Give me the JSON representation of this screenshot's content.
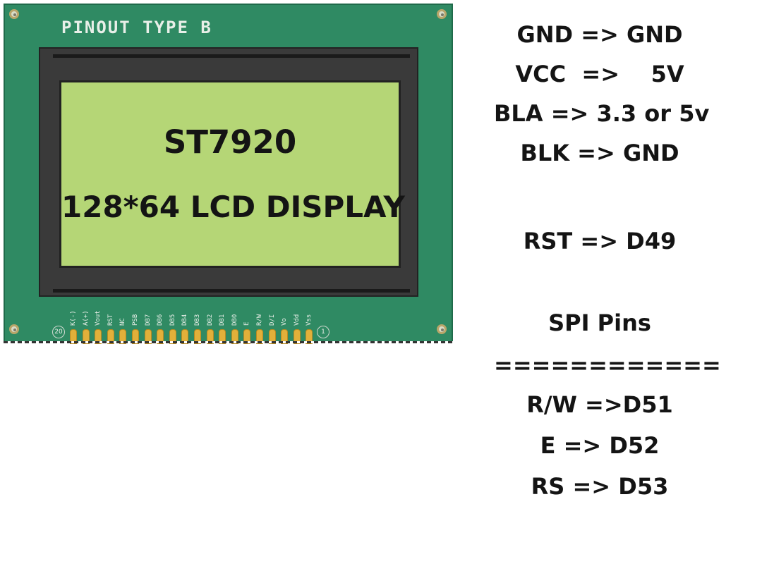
{
  "board": {
    "label": "PINOUT TYPE B",
    "screen_title": "ST7920",
    "screen_subtitle": "128*64 LCD DISPLAY",
    "pin_labels": [
      "K(-)",
      "A(+)",
      "Vout",
      "RST",
      "NC",
      "PSB",
      "DB7",
      "DB6",
      "DB5",
      "DB4",
      "DB3",
      "DB2",
      "DB1",
      "DB0",
      "E",
      "R/W",
      "D/I",
      "Vo",
      "Vdd",
      "Vss"
    ],
    "pin_start_number": "20",
    "pin_end_number": "1",
    "colors": {
      "pcb": "#2f8a63",
      "screen": "#b5d676",
      "pins": "#e2b03a"
    }
  },
  "notes": {
    "gnd": "GND => GND",
    "vcc": "VCC  =>    5V",
    "bla": "BLA => 3.3 or 5v",
    "blk": "BLK => GND",
    "rst": "RST => D49",
    "spi_heading": "SPI Pins",
    "separator": "============",
    "rw": "R/W =>D51",
    "e": "E => D52",
    "rs": "RS => D53"
  }
}
